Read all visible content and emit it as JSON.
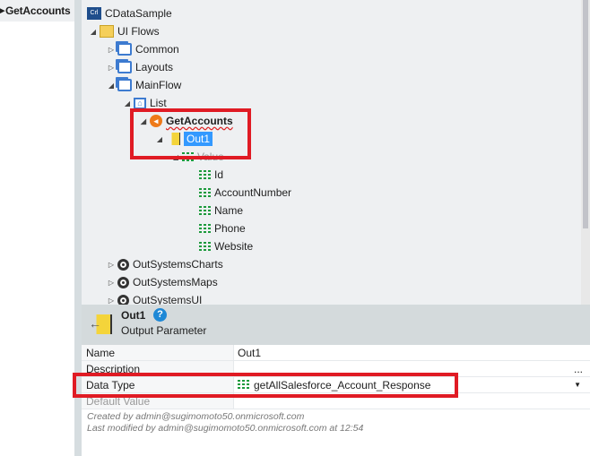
{
  "left_panel": {
    "title": "GetAccounts"
  },
  "tree": {
    "root": "CDataSample",
    "root_badge": "Crl",
    "ui_flows": "UI Flows",
    "common": "Common",
    "layouts": "Layouts",
    "mainflow": "MainFlow",
    "list": "List",
    "getaccounts": "GetAccounts",
    "out1": "Out1",
    "value": "Value",
    "fields": [
      "Id",
      "AccountNumber",
      "Name",
      "Phone",
      "Website"
    ],
    "modules": [
      "OutSystemsCharts",
      "OutSystemsMaps",
      "OutSystemsUI"
    ]
  },
  "properties_header": {
    "name": "Out1",
    "type": "Output Parameter",
    "help": "?"
  },
  "properties": {
    "name_label": "Name",
    "name_value": "Out1",
    "description_label": "Description",
    "description_more": "...",
    "datatype_label": "Data Type",
    "datatype_value": "getAllSalesforce_Account_Response",
    "default_label": "Default Value"
  },
  "meta": {
    "created": "Created by admin@sugimomoto50.onmicrosoft.com",
    "modified": "Last modified by admin@sugimomoto50.onmicrosoft.com at 12:54"
  },
  "colors": {
    "highlight": "#e01b24",
    "selection": "#3399ff",
    "grid": "#1c9a3c"
  }
}
